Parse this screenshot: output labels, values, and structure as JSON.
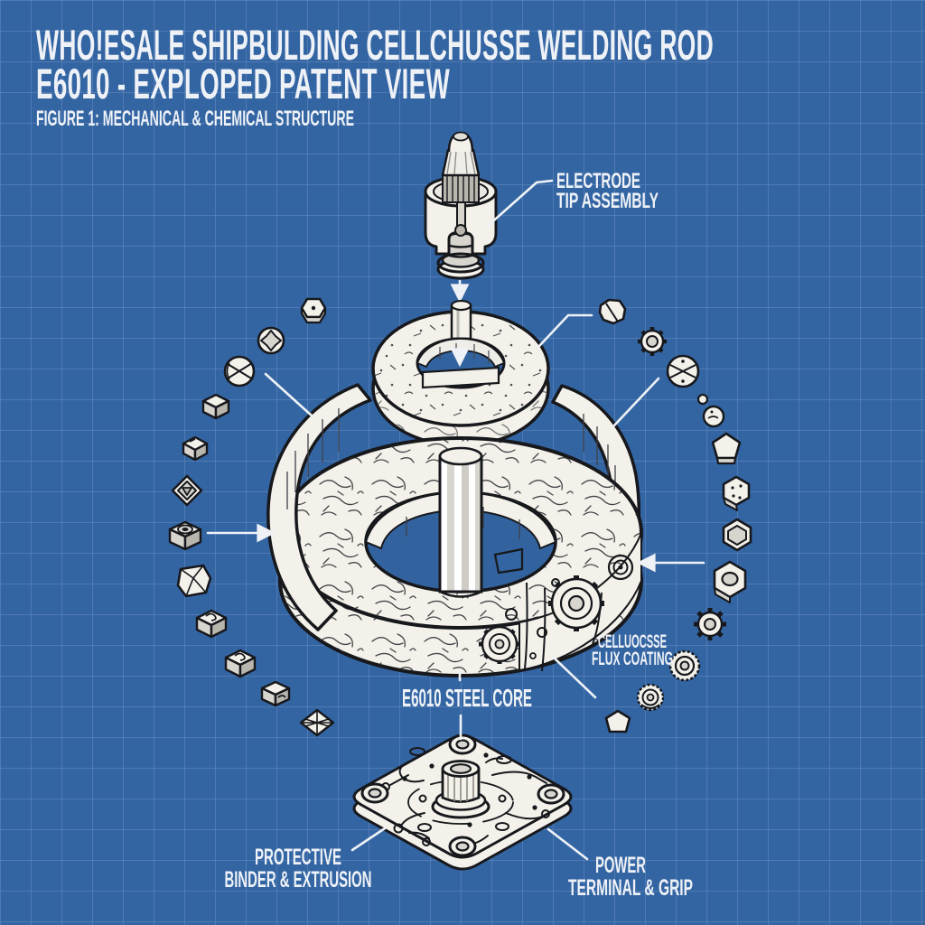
{
  "title": {
    "line1": "WHO!ESALE SHIPBULDING CELLCHUSSE WELDING ROD",
    "line2": "E6010 - EXPLOPED PATENT VIEW",
    "figure": "FIGURE 1: MECHANICAL & CHEMICAL STRUCTURE"
  },
  "labels": {
    "electrode_tip": {
      "line1": "ELECTRODE",
      "line2": "TIP ASSEMBLY"
    },
    "flux_coating": {
      "line1": "CELLUOCSSE",
      "line2": "FLUX COATING"
    },
    "steel_core": {
      "text": "E6010 STEEL CORE"
    },
    "binder": {
      "line1": "PROTECTIVE",
      "line2": "BINDER & EXTRUSION"
    },
    "power": {
      "line1": "POWER",
      "line2": "TERMINAL & GRIP"
    }
  },
  "colors": {
    "background": "#3465a3",
    "grid_line": "#7e9ecb",
    "paper": "#f3f1ea",
    "ink": "#17181c",
    "label_text": "#eef2f7"
  }
}
